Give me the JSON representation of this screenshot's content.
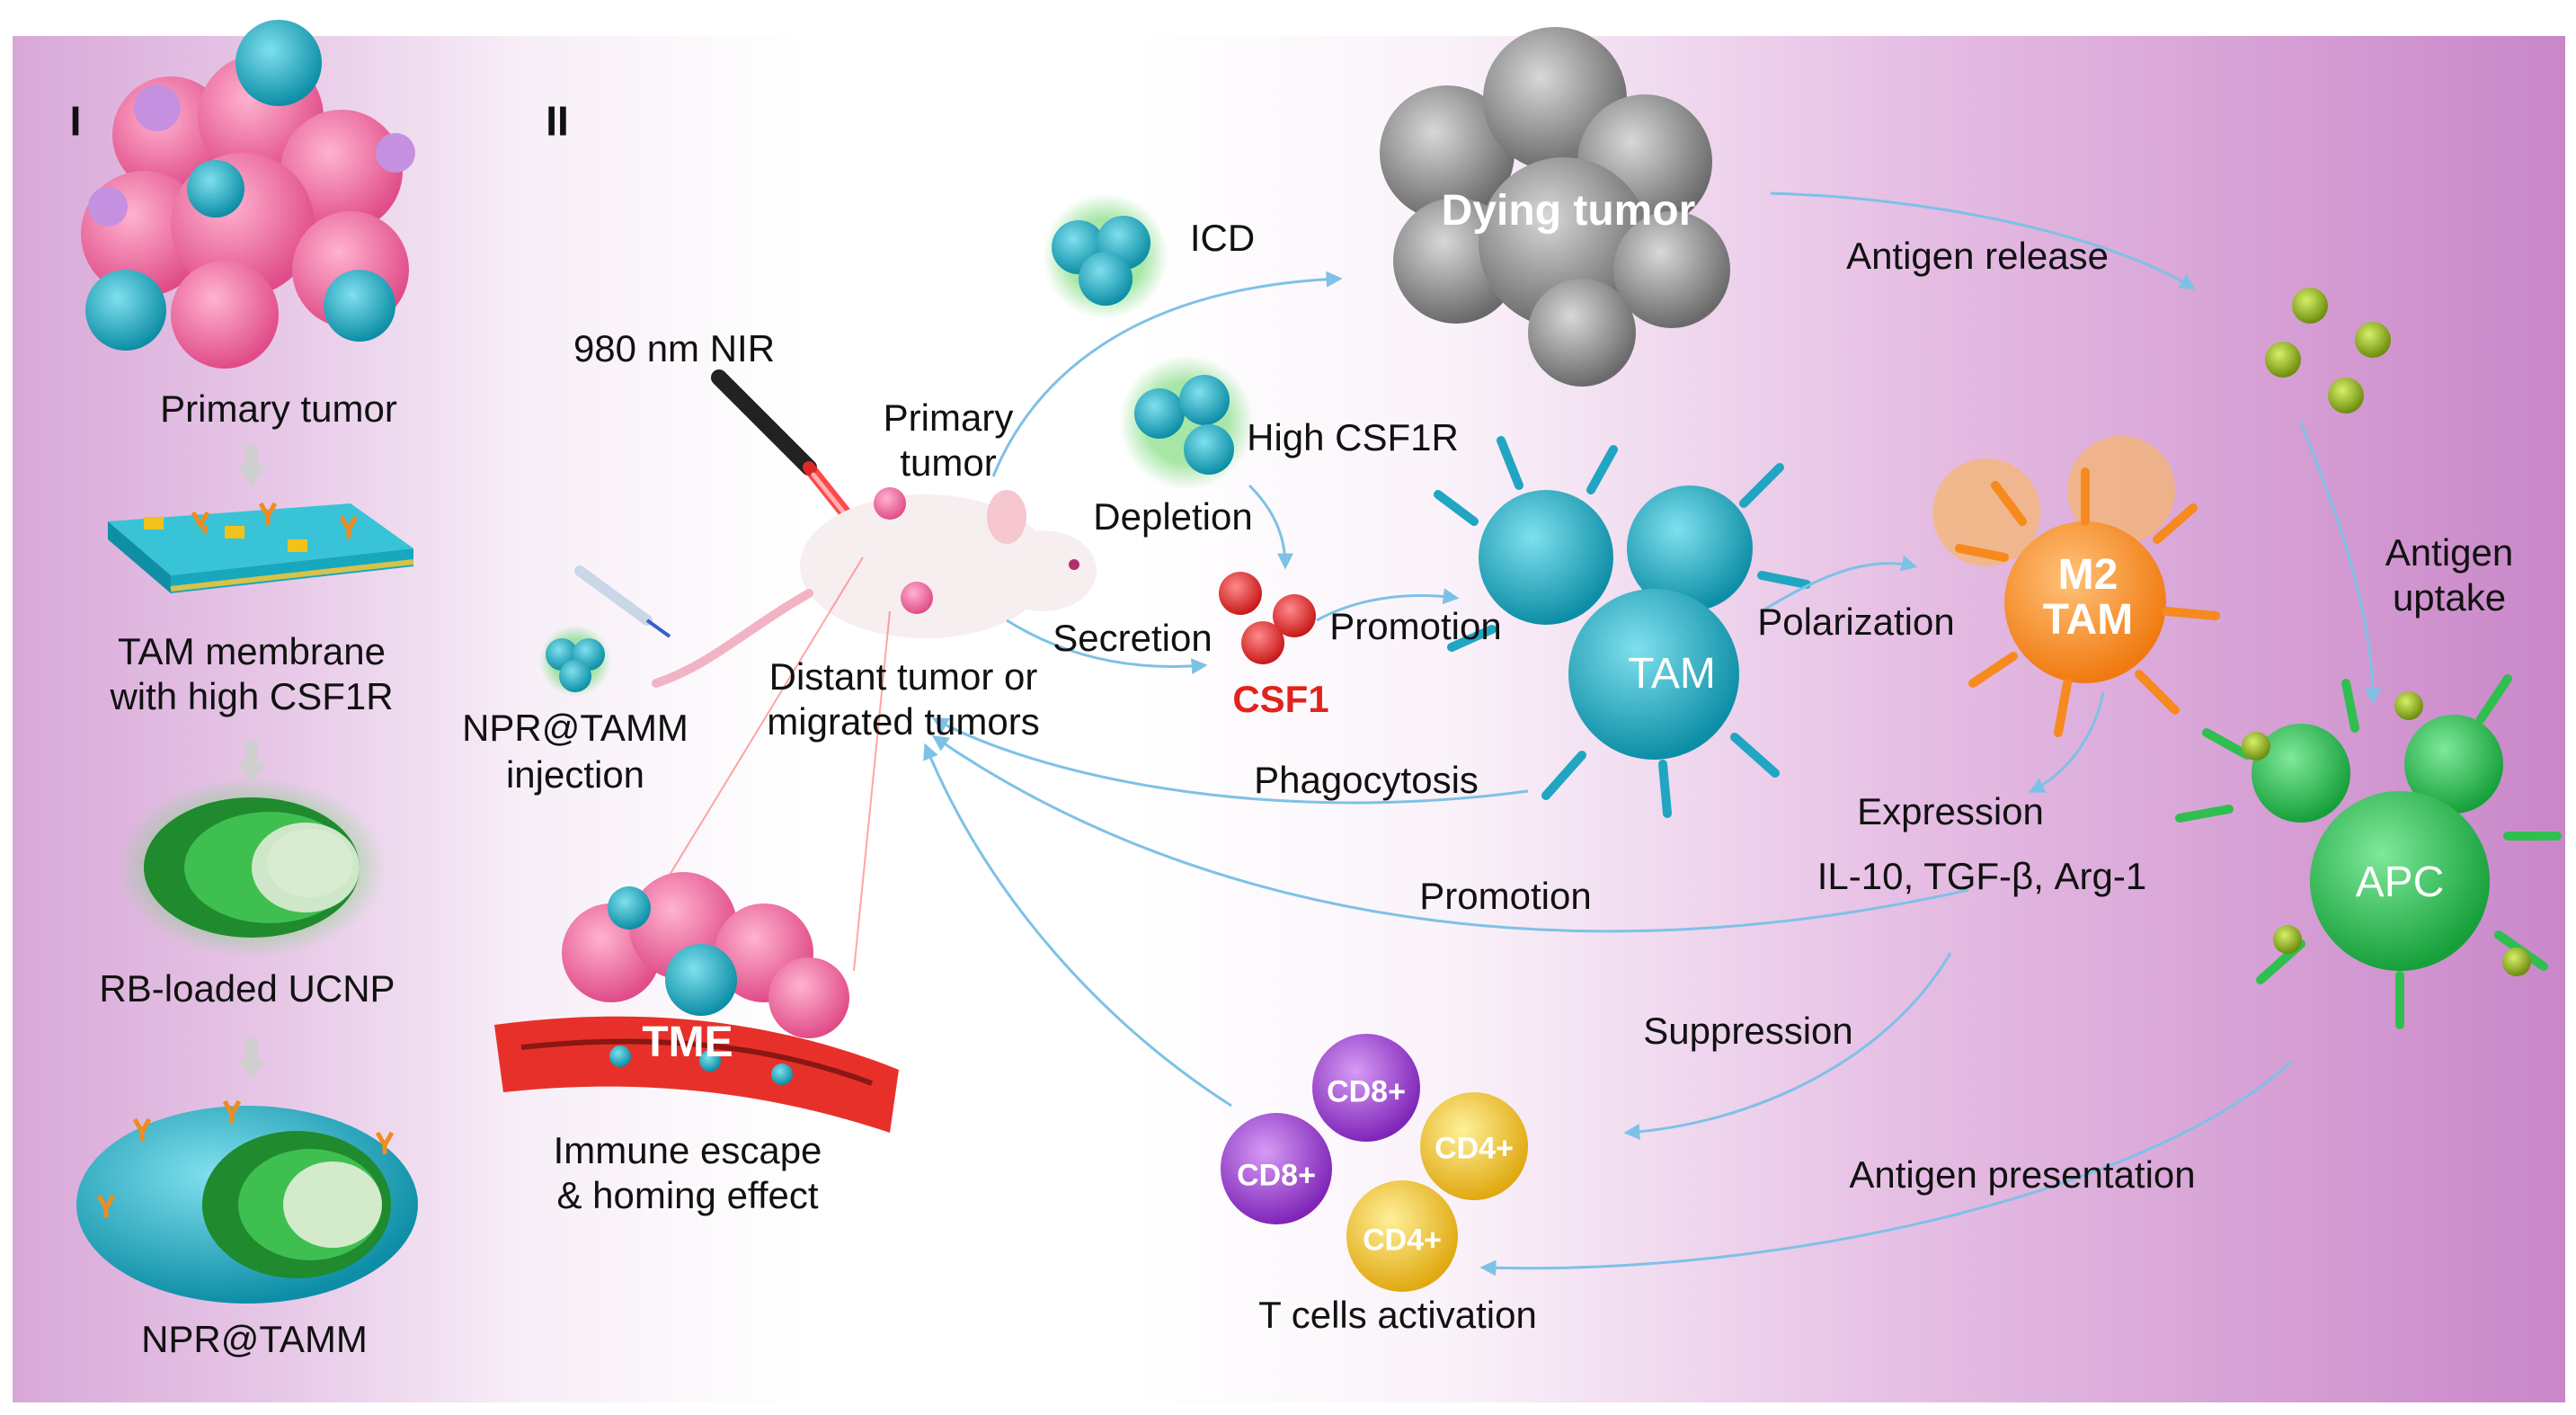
{
  "panels": {
    "left": "I",
    "right": "II"
  },
  "left_panel": {
    "primary_tumor": "Primary tumor",
    "tam_membrane_line1": "TAM membrane",
    "tam_membrane_line2": "with high CSF1R",
    "rb_ucnp": "RB-loaded UCNP",
    "npr_tamm": "NPR@TAMM"
  },
  "mouse_section": {
    "laser": "980 nm NIR",
    "primary_tumor_line1": "Primary",
    "primary_tumor_line2": "tumor",
    "distant_line1": "Distant tumor or",
    "distant_line2": "migrated tumors",
    "injection_line1": "NPR@TAMM",
    "injection_line2": "injection",
    "tme": "TME",
    "escape_line1": "Immune escape",
    "escape_line2": "& homing effect"
  },
  "pathway": {
    "icd": "ICD",
    "dying_tumor": "Dying tumor",
    "antigen_release": "Antigen release",
    "high_csf1r": "High CSF1R",
    "depletion": "Depletion",
    "secretion": "Secretion",
    "csf1": "CSF1",
    "promotion_csf1": "Promotion",
    "tam": "TAM",
    "polarization": "Polarization",
    "m2_line1": "M2",
    "m2_line2": "TAM",
    "phagocytosis": "Phagocytosis",
    "expression": "Expression",
    "cytokines": "IL-10, TGF-β, Arg-1",
    "promotion_back": "Promotion",
    "suppression": "Suppression",
    "antigen_uptake_line1": "Antigen",
    "antigen_uptake_line2": "uptake",
    "apc": "APC",
    "antigen_presentation": "Antigen presentation",
    "t_cells_activation": "T cells activation",
    "cd8_a": "CD8+",
    "cd8_b": "CD8+",
    "cd4_a": "CD4+",
    "cd4_b": "CD4+"
  },
  "colors": {
    "tumor_pink": "#f06a9e",
    "nanoparticle_teal": "#1fb0c4",
    "tam_teal": "#20a6c2",
    "m2_orange": "#f68a1f",
    "apc_green": "#2fbf4f",
    "antigen_olive": "#8fae1b",
    "cd8_purple": "#9b3fd6",
    "cd4_yellow": "#f0c21b",
    "arrow_blue": "#7ec1e6",
    "csf1_red": "#e0231b"
  }
}
